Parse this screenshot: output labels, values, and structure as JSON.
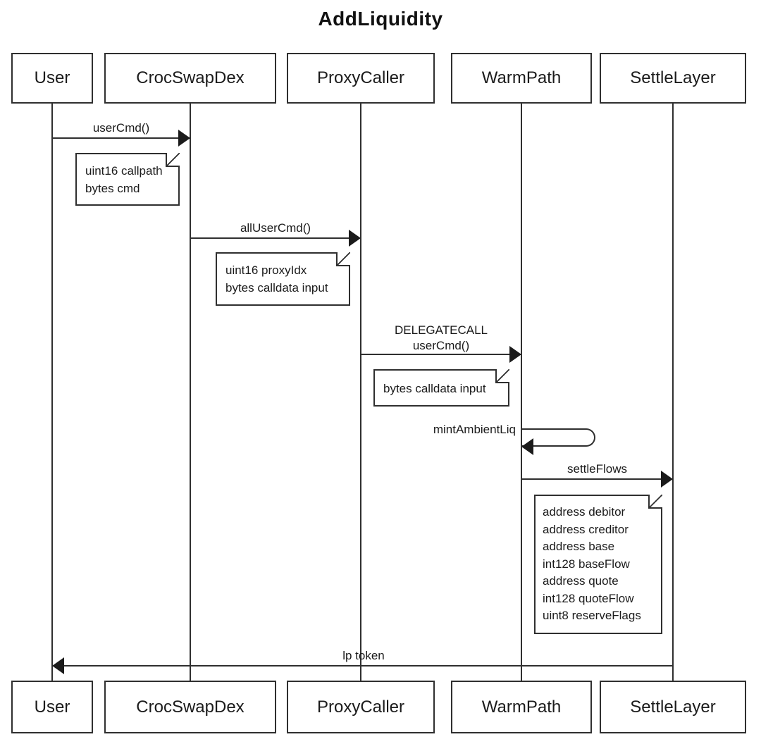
{
  "diagram": {
    "title": "AddLiquidity",
    "participants": [
      {
        "name": "User"
      },
      {
        "name": "CrocSwapDex"
      },
      {
        "name": "ProxyCaller"
      },
      {
        "name": "WarmPath"
      },
      {
        "name": "SettleLayer"
      }
    ],
    "messages": [
      {
        "label": "userCmd()",
        "from": "User",
        "to": "CrocSwapDex",
        "type": "call"
      },
      {
        "label": "allUserCmd()",
        "from": "CrocSwapDex",
        "to": "ProxyCaller",
        "type": "call"
      },
      {
        "label_line1": "DELEGATECALL",
        "label_line2": "userCmd()",
        "from": "ProxyCaller",
        "to": "WarmPath",
        "type": "call"
      },
      {
        "label": "mintAmbientLiq",
        "from": "WarmPath",
        "to": "WarmPath",
        "type": "self"
      },
      {
        "label": "settleFlows",
        "from": "WarmPath",
        "to": "SettleLayer",
        "type": "call"
      },
      {
        "label": "lp token",
        "from": "SettleLayer",
        "to": "User",
        "type": "return"
      }
    ],
    "notes": [
      {
        "attached_to": "userCmd()",
        "lines": [
          "uint16 callpath",
          "bytes cmd"
        ]
      },
      {
        "attached_to": "allUserCmd()",
        "lines": [
          "uint16 proxyIdx",
          "bytes calldata input"
        ]
      },
      {
        "attached_to": "DELEGATECALL userCmd()",
        "lines": [
          "bytes calldata input"
        ]
      },
      {
        "attached_to": "settleFlows",
        "lines": [
          "address debitor",
          "address creditor",
          "address base",
          "int128 baseFlow",
          "address quote",
          "int128 quoteFlow",
          "uint8 reserveFlags"
        ]
      }
    ],
    "colors": {
      "line": "#2f2f2f",
      "text": "#1b1b1b",
      "background": "#ffffff"
    }
  }
}
